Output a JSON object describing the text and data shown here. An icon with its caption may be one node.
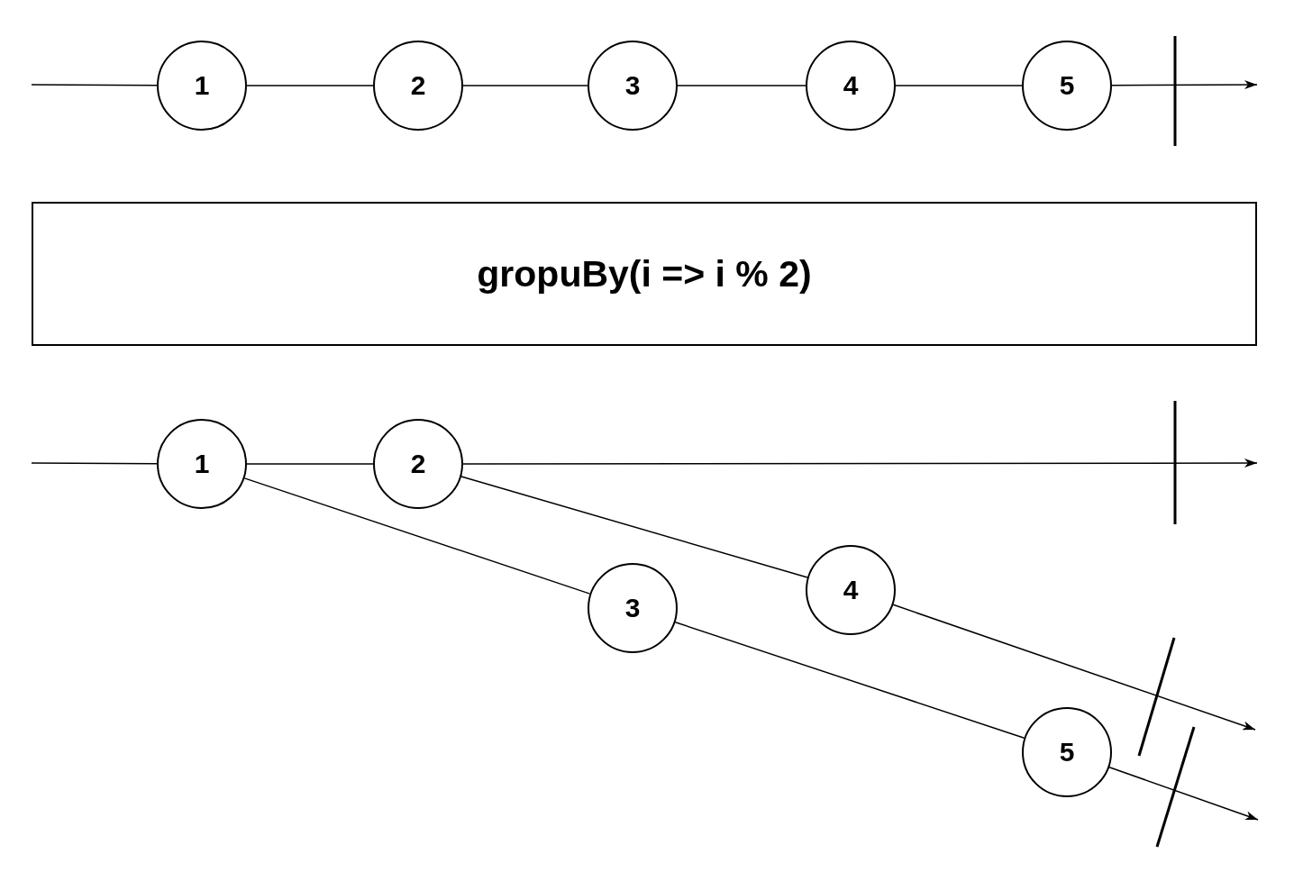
{
  "diagram": {
    "nodes": [
      {
        "text": [
          "1"
        ]
      },
      {
        "text": [
          "2"
        ]
      },
      {
        "text": [
          "3"
        ]
      },
      {
        "text": [
          "4"
        ]
      },
      {
        "text": [
          "5"
        ]
      },
      {
        "text": [
          "gropuBy(i => i % 2)"
        ]
      },
      {
        "text": [
          "1"
        ]
      },
      {
        "text": [
          "2"
        ]
      },
      {
        "text": [
          "3"
        ]
      },
      {
        "text": [
          "4"
        ]
      },
      {
        "text": [
          "5"
        ]
      }
    ],
    "edges": [
      {
        "from": null,
        "to": 0,
        "arrow": "none"
      },
      {
        "from": 0,
        "to": 1,
        "arrow": "none"
      },
      {
        "from": 1,
        "to": 2,
        "arrow": "none"
      },
      {
        "from": 2,
        "to": 3,
        "arrow": "none"
      },
      {
        "from": 3,
        "to": 4,
        "arrow": "none"
      },
      {
        "from": 4,
        "to": null,
        "arrow": "to"
      },
      {
        "from": null,
        "to": 6,
        "arrow": "none"
      },
      {
        "from": 6,
        "to": 7,
        "arrow": "none"
      },
      {
        "from": 7,
        "to": null,
        "arrow": "to"
      },
      {
        "from": 6,
        "to": 8,
        "arrow": "none"
      },
      {
        "from": 8,
        "to": 10,
        "arrow": "none"
      },
      {
        "from": 10,
        "to": null,
        "arrow": "to"
      },
      {
        "from": 7,
        "to": 9,
        "arrow": "none"
      },
      {
        "from": 9,
        "to": null,
        "arrow": "to"
      }
    ]
  }
}
